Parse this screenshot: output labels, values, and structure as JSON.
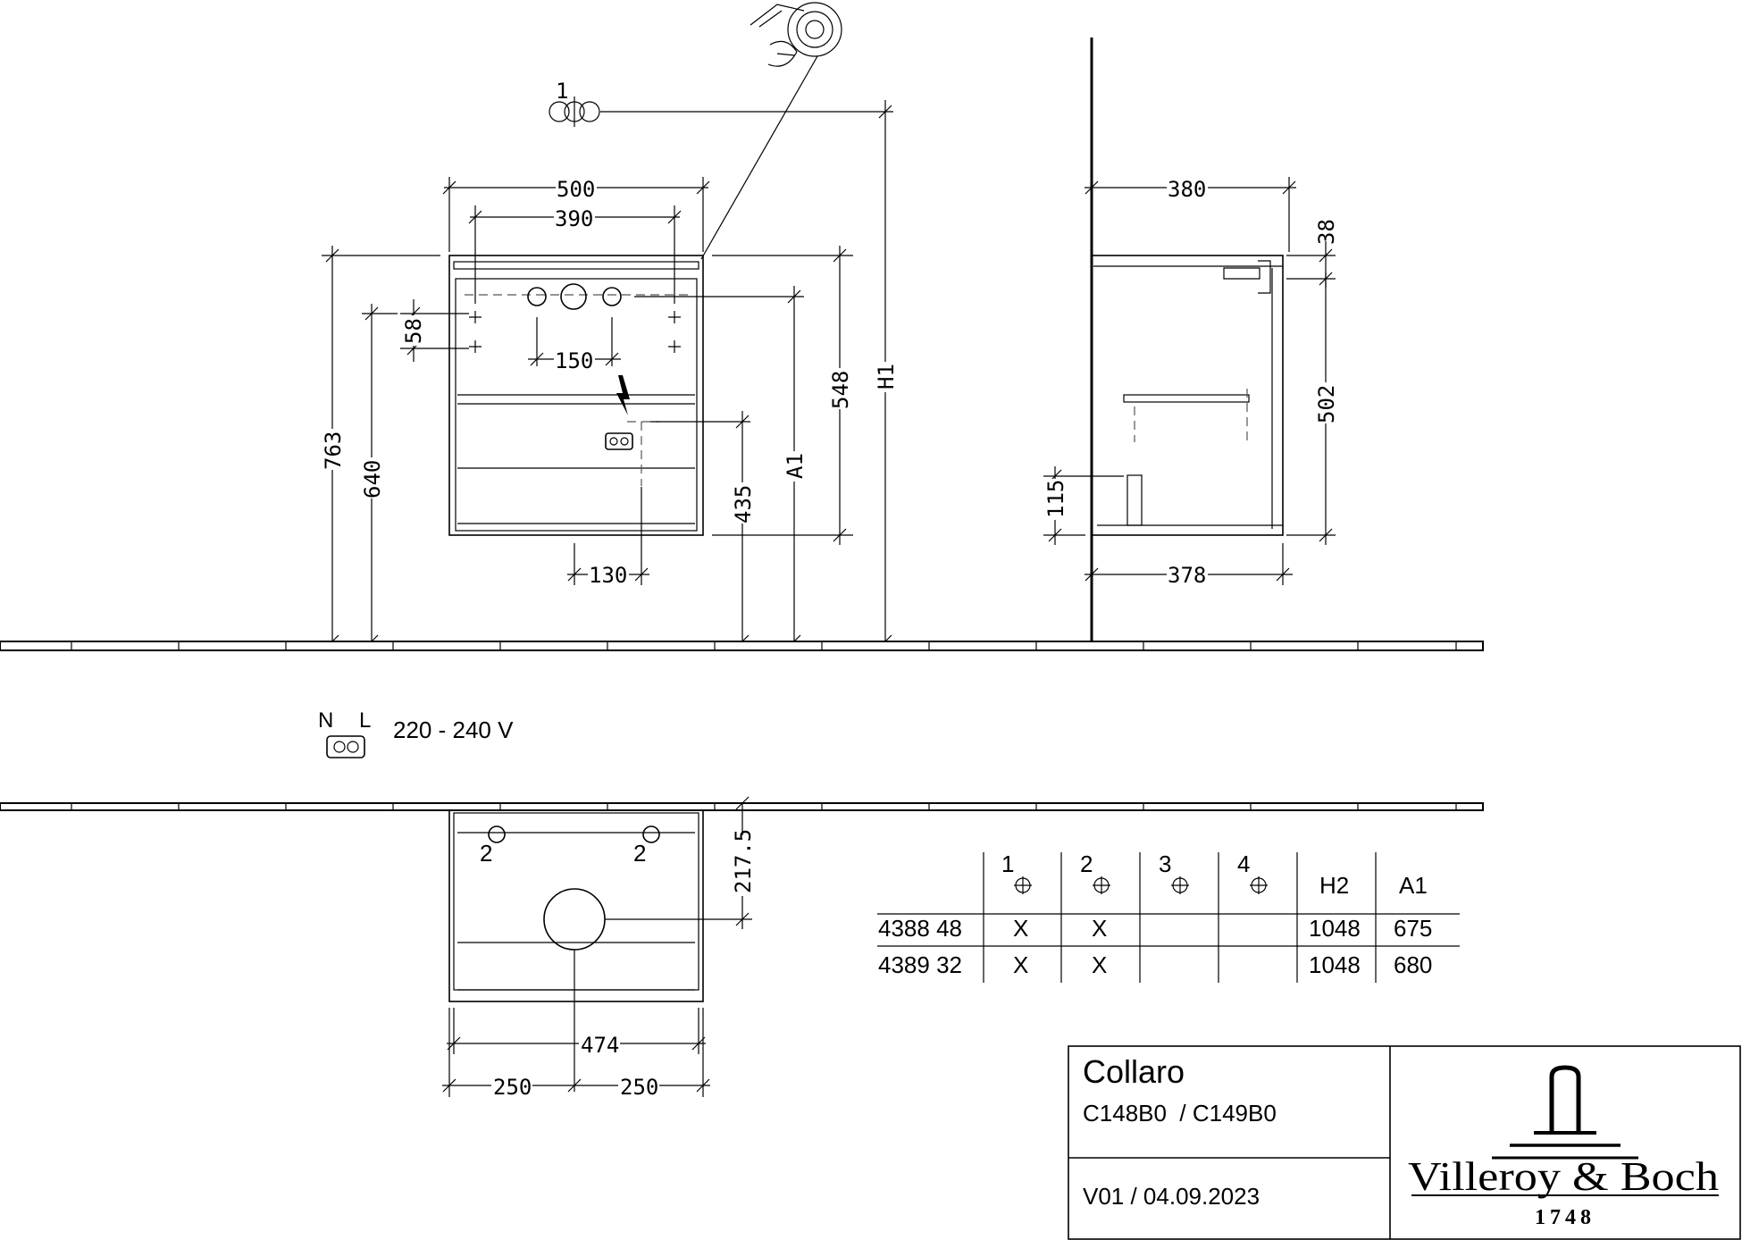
{
  "front_view": {
    "dims": {
      "width_total": "500",
      "width_inner": "390",
      "tap_spacing": "150",
      "hole_offset": "58",
      "height_total": "763",
      "height_640": "640",
      "height_548": "548",
      "height_a1": "A1",
      "height_h1": "H1",
      "height_435": "435",
      "offset_130": "130"
    },
    "marker_1": "1"
  },
  "side_view": {
    "dims": {
      "depth_top": "380",
      "thickness": "38",
      "height_502": "502",
      "height_115": "115",
      "depth_bottom": "378"
    }
  },
  "electrical": {
    "n_label": "N",
    "l_label": "L",
    "voltage": "220 - 240 V"
  },
  "top_view": {
    "dims": {
      "depth_217": "217.5",
      "width_474": "474",
      "half_left": "250",
      "half_right": "250"
    },
    "marker_2_left": "2",
    "marker_2_right": "2"
  },
  "variants_table": {
    "headers": [
      "1",
      "2",
      "3",
      "4",
      "H2",
      "A1"
    ],
    "rows": [
      {
        "article": "4388 48",
        "c1": "X",
        "c2": "X",
        "c3": "",
        "c4": "",
        "h2": "1048",
        "a1": "675"
      },
      {
        "article": "4389 32",
        "c1": "X",
        "c2": "X",
        "c3": "",
        "c4": "",
        "h2": "1048",
        "a1": "680"
      }
    ]
  },
  "title_block": {
    "product": "Collaro",
    "codes": "C148B0  / C149B0",
    "version": "V01 / 04.09.2023",
    "brand": "Villeroy & Boch",
    "year": "1748"
  }
}
